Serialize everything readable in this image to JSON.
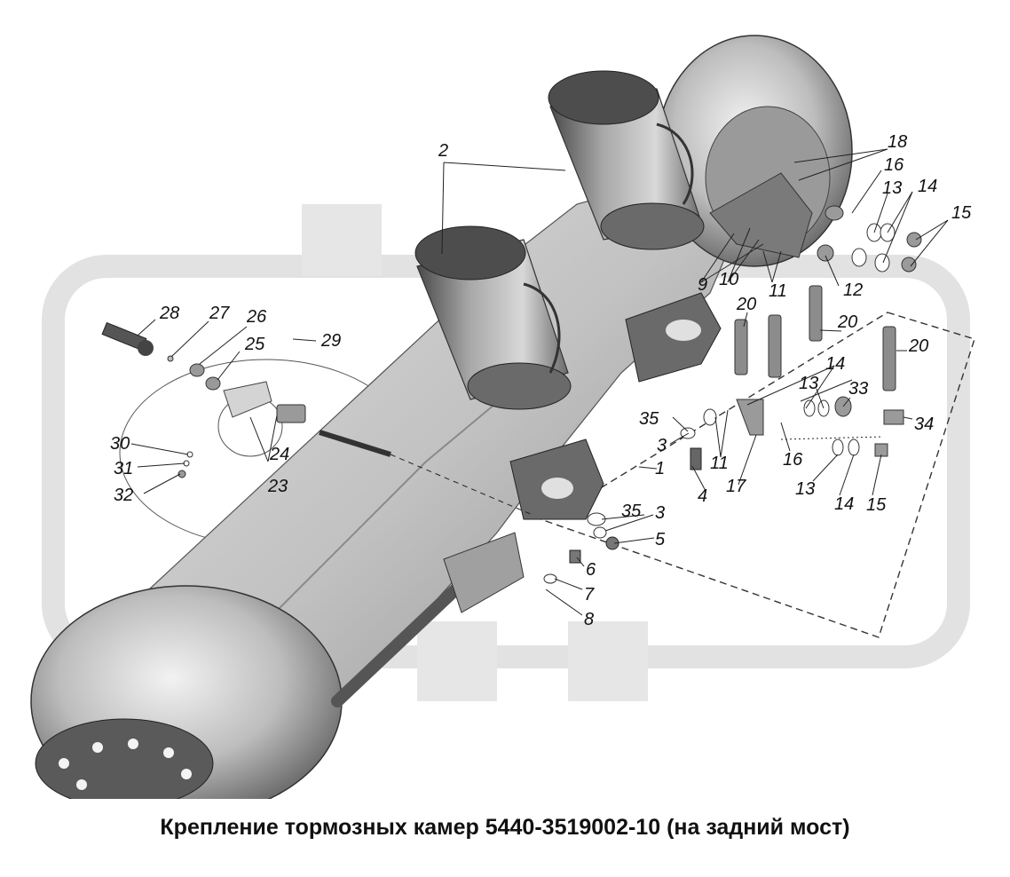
{
  "caption": "Крепление тормозных камер 5440-3519002-10 (на задний мост)",
  "callouts": {
    "c2": "2",
    "c18": "18",
    "c16a": "16",
    "c13a": "13",
    "c14a": "14",
    "c15a": "15",
    "c12": "12",
    "c9": "9",
    "c10": "10",
    "c11a": "11",
    "c20a": "20",
    "c20b": "20",
    "c20c": "20",
    "c28": "28",
    "c27": "27",
    "c26": "26",
    "c25": "25",
    "c29": "29",
    "c14b": "14",
    "c13b": "13",
    "c33": "33",
    "c34": "34",
    "c35a": "35",
    "c3a": "3",
    "c1": "1",
    "c11b": "11",
    "c16b": "16",
    "c24": "24",
    "c23": "23",
    "c30": "30",
    "c31": "31",
    "c32": "32",
    "c4": "4",
    "c17": "17",
    "c13c": "13",
    "c14c": "14",
    "c15b": "15",
    "c35b": "35",
    "c3b": "3",
    "c5": "5",
    "c6": "6",
    "c7": "7",
    "c8": "8"
  }
}
